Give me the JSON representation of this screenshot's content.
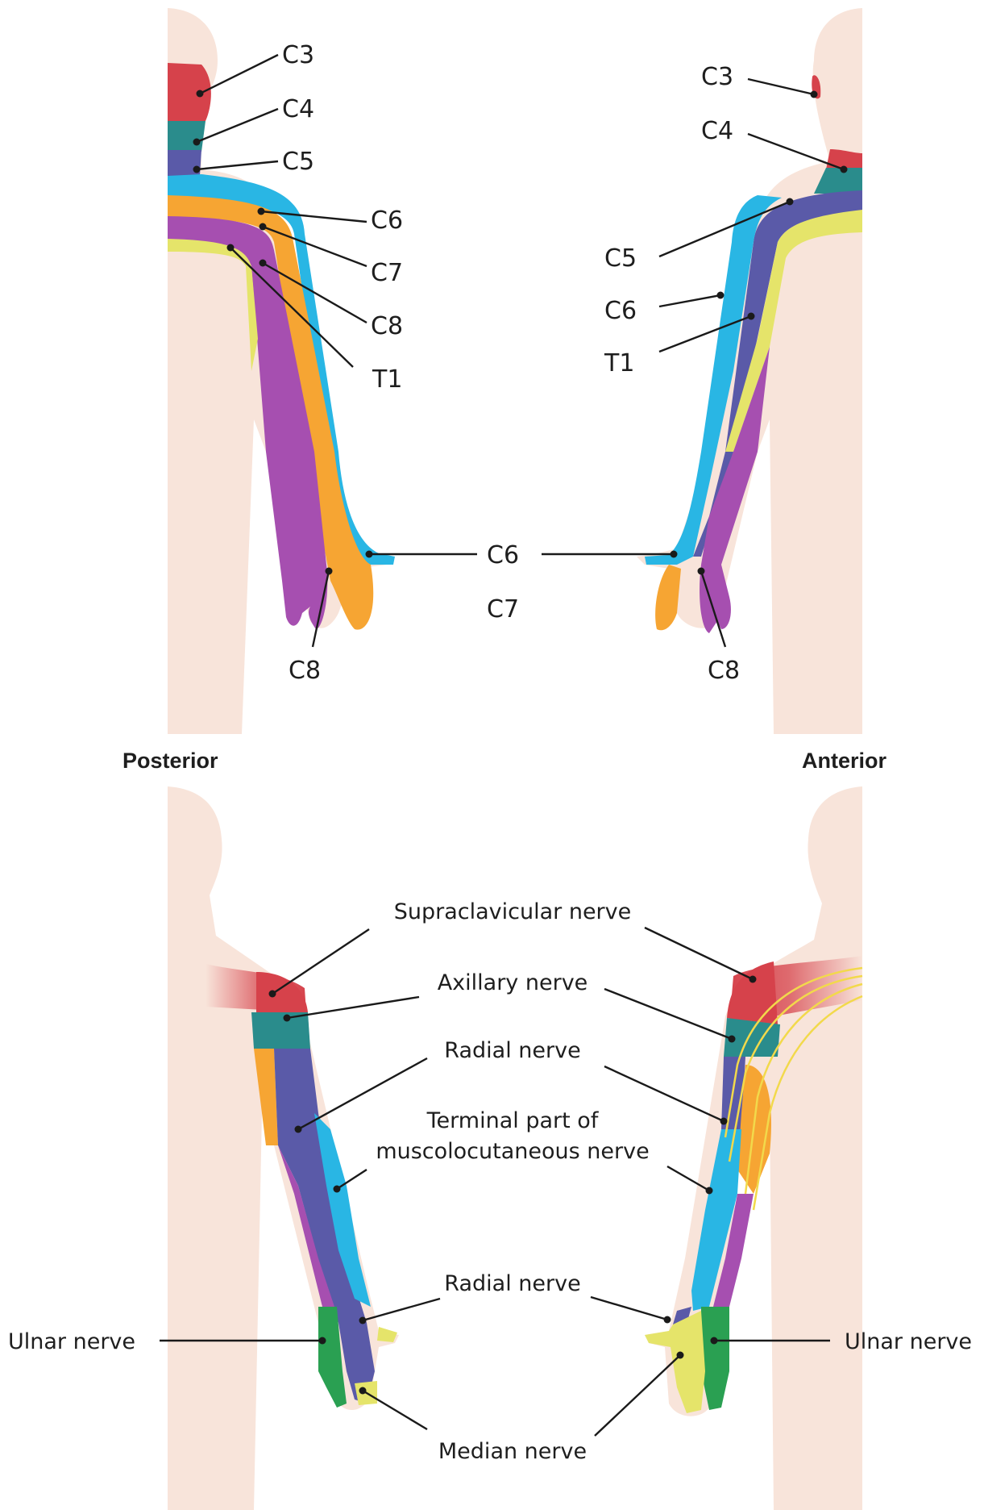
{
  "headings": {
    "posterior": "Posterior",
    "anterior": "Anterior"
  },
  "dermatomes": {
    "posterior": {
      "c3": "C3",
      "c4": "C4",
      "c5": "C5",
      "c6": "C6",
      "c7": "C7",
      "c8": "C8",
      "t1": "T1",
      "hand_c8": "C8"
    },
    "anterior": {
      "c3": "C3",
      "c4": "C4",
      "c5": "C5",
      "c6": "C6",
      "t1": "T1",
      "hand_c8": "C8"
    },
    "hand_shared": {
      "c6": "C6",
      "c7": "C7"
    }
  },
  "nerves": {
    "supraclavicular": "Supraclavicular nerve",
    "axillary": "Axillary nerve",
    "radial": "Radial nerve",
    "musculo_line1": "Terminal part of",
    "musculo_line2": "muscolocutaneous nerve",
    "radial_hand": "Radial nerve",
    "ulnar_left": "Ulnar nerve",
    "ulnar_right": "Ulnar nerve",
    "median": "Median nerve"
  },
  "colors": {
    "skin": "#f8e4da",
    "skin_light": "#fbf0ea",
    "C3": "#d6424b",
    "C4": "#2a8c8c",
    "C5": "#5a5aa8",
    "C6": "#29b6e4",
    "C7": "#f6a533",
    "C8": "#a64fb0",
    "T1": "#e5e46a",
    "supraclavicular": "#d6424b",
    "axillary": "#2a8c8c",
    "radial": "#5a5aa8",
    "musculocutaneous": "#29b6e4",
    "medial_cutaneous": "#f6a533",
    "ulnar": "#2aa052",
    "median": "#e5e46a"
  }
}
